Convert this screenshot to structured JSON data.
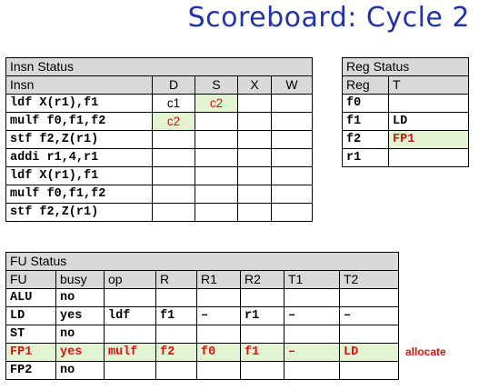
{
  "title": "Scoreboard: Cycle 2",
  "insn_status": {
    "caption": "Insn Status",
    "headers": [
      "Insn",
      "D",
      "S",
      "X",
      "W"
    ],
    "rows": [
      [
        "ldf X(r1),f1",
        "c1",
        "c2",
        "",
        ""
      ],
      [
        "mulf f0,f1,f2",
        "c2",
        "",
        "",
        ""
      ],
      [
        "stf f2,Z(r1)",
        "",
        "",
        "",
        ""
      ],
      [
        "addi r1,4,r1",
        "",
        "",
        "",
        ""
      ],
      [
        "ldf X(r1),f1",
        "",
        "",
        "",
        ""
      ],
      [
        "mulf f0,f1,f2",
        "",
        "",
        "",
        ""
      ],
      [
        "stf f2,Z(r1)",
        "",
        "",
        "",
        ""
      ]
    ]
  },
  "reg_status": {
    "caption": "Reg Status",
    "headers": [
      "Reg",
      "T"
    ],
    "rows": [
      [
        "f0",
        ""
      ],
      [
        "f1",
        "LD"
      ],
      [
        "f2",
        "FP1"
      ],
      [
        "r1",
        ""
      ]
    ]
  },
  "fu_status": {
    "caption": "FU Status",
    "headers": [
      "FU",
      "busy",
      "op",
      "R",
      "R1",
      "R2",
      "T1",
      "T2"
    ],
    "rows": [
      [
        "ALU",
        "no",
        "",
        "",
        "",
        "",
        "",
        ""
      ],
      [
        "LD",
        "yes",
        "ldf",
        "f1",
        "–",
        "r1",
        "–",
        "–"
      ],
      [
        "ST",
        "no",
        "",
        "",
        "",
        "",
        "",
        ""
      ],
      [
        "FP1",
        "yes",
        "mulf",
        "f2",
        "f0",
        "f1",
        "–",
        "LD"
      ],
      [
        "FP2",
        "no",
        "",
        "",
        "",
        "",
        "",
        ""
      ]
    ]
  },
  "annotation": "allocate",
  "colors": {
    "title": "#2233aa",
    "highlight_red": "#e01010",
    "highlight_green": "#e3f4d3",
    "header_gray": "#d9d9d9"
  }
}
